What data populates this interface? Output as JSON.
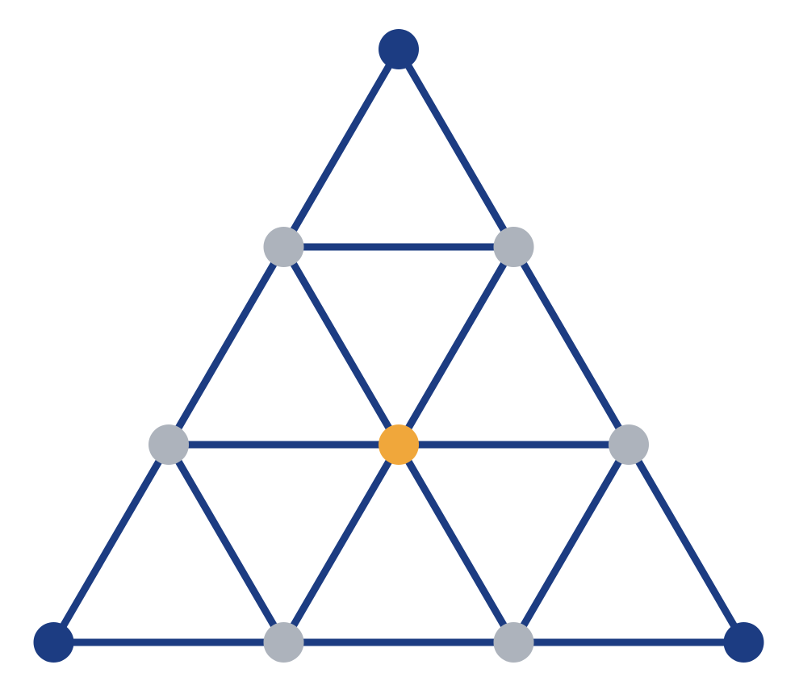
{
  "diagram": {
    "type": "triangular-grid",
    "colors": {
      "edge": "#1c3c82",
      "corner_node": "#1c3c82",
      "edge_node": "#adb3bc",
      "center_node": "#f0a73b",
      "background": "#ffffff"
    },
    "nodes": [
      {
        "id": "top",
        "role": "corner",
        "row": 0,
        "col": 0
      },
      {
        "id": "upper-left",
        "role": "edge",
        "row": 1,
        "col": 0
      },
      {
        "id": "upper-right",
        "role": "edge",
        "row": 1,
        "col": 1
      },
      {
        "id": "middle-left",
        "role": "edge",
        "row": 2,
        "col": 0
      },
      {
        "id": "center",
        "role": "center",
        "row": 2,
        "col": 1
      },
      {
        "id": "middle-right",
        "role": "edge",
        "row": 2,
        "col": 2
      },
      {
        "id": "bottom-left",
        "role": "corner",
        "row": 3,
        "col": 0
      },
      {
        "id": "bottom-mid-left",
        "role": "edge",
        "row": 3,
        "col": 1
      },
      {
        "id": "bottom-mid-right",
        "role": "edge",
        "row": 3,
        "col": 2
      },
      {
        "id": "bottom-right",
        "role": "corner",
        "row": 3,
        "col": 3
      }
    ],
    "edges": [
      [
        "top",
        "upper-left"
      ],
      [
        "top",
        "upper-right"
      ],
      [
        "upper-left",
        "upper-right"
      ],
      [
        "upper-left",
        "middle-left"
      ],
      [
        "upper-left",
        "center"
      ],
      [
        "upper-right",
        "center"
      ],
      [
        "upper-right",
        "middle-right"
      ],
      [
        "middle-left",
        "center"
      ],
      [
        "center",
        "middle-right"
      ],
      [
        "middle-left",
        "bottom-left"
      ],
      [
        "middle-left",
        "bottom-mid-left"
      ],
      [
        "center",
        "bottom-mid-left"
      ],
      [
        "center",
        "bottom-mid-right"
      ],
      [
        "middle-right",
        "bottom-mid-right"
      ],
      [
        "middle-right",
        "bottom-right"
      ],
      [
        "bottom-left",
        "bottom-mid-left"
      ],
      [
        "bottom-mid-left",
        "bottom-mid-right"
      ],
      [
        "bottom-mid-right",
        "bottom-right"
      ]
    ]
  }
}
